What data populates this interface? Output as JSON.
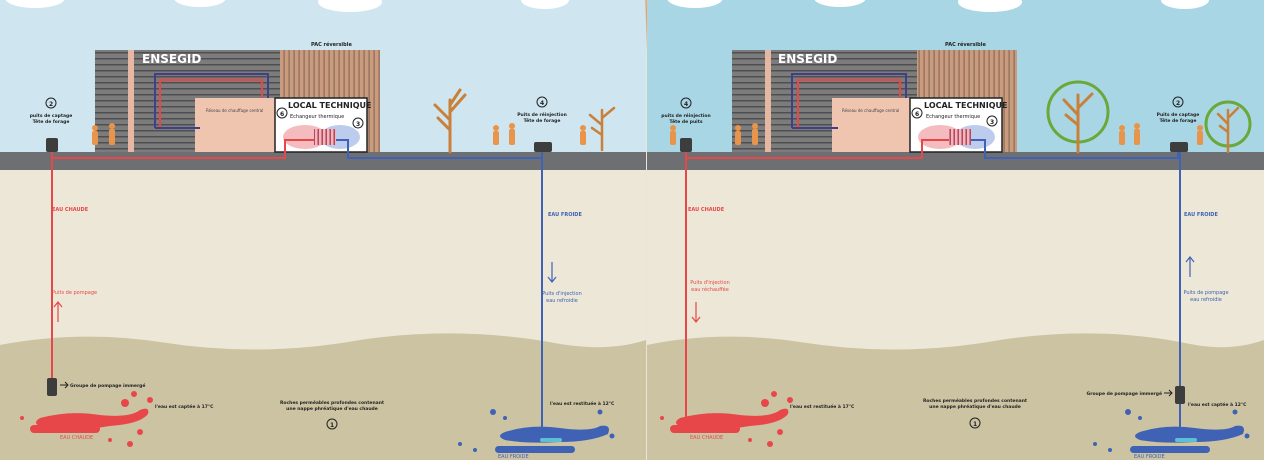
{
  "colors": {
    "sky_left": "#cfe6f0",
    "sky_right": "#a9d6e4",
    "ground": "#6e6f72",
    "soil": "#ece7d6",
    "rock": "#ccc3a3",
    "hot": "#e8474a",
    "cold": "#3f62b5",
    "divider": "#f0a060",
    "wood": "#cfa285",
    "tree_bare": "#c9803a",
    "tree_green": "#6aa83a",
    "people": "#e8944a"
  },
  "left": {
    "building_name": "ENSEGID",
    "pac_label": "PAC réversible",
    "local_technique": "LOCAL TECHNIQUE",
    "echangeur_num": "6",
    "echangeur_label": "Echangeur thermique",
    "circuit_num": "3",
    "reseau_label": "Réseau de chauffage central",
    "well_left_num": "2",
    "well_left_label1": "puits de captage",
    "well_left_label2": "Tête de forage",
    "well_right_num": "4",
    "well_right_label1": "Puits de réinjection",
    "well_right_label2": "Tête de forage",
    "hot_label": "EAU CHAUDE",
    "cold_label": "EAU FROIDE",
    "pump_well_label": "Puits de pompage",
    "inj_label1": "Puits d'injection",
    "inj_label2": "eau refroidie",
    "groupe_label": "Groupe de pompage immergé",
    "captee_label": "l'eau est captée à 17°C",
    "restituee_label": "l'eau est restituée à 12°C",
    "roches_label1": "Roches perméables profondes contenant",
    "roches_label2": "une nappe phréatique d'eau chaude",
    "roches_num": "1",
    "pool_hot": "EAU CHAUDE",
    "pool_cold": "EAU FROIDE"
  },
  "right": {
    "building_name": "ENSEGID",
    "pac_label": "PAC réversible",
    "local_technique": "LOCAL TECHNIQUE",
    "echangeur_num": "6",
    "echangeur_label": "Echangeur thermique",
    "circuit_num": "3",
    "reseau_label": "Réseau de chauffage central",
    "well_left_num": "4",
    "well_left_label1": "puits de réinjection",
    "well_left_label2": "Tête de puits",
    "well_right_num": "2",
    "well_right_label1": "Puits de captage",
    "well_right_label2": "Tête de forage",
    "hot_label": "EAU CHAUDE",
    "cold_label": "EAU FROIDE",
    "inj_label1": "Puits d'injection",
    "inj_label2": "eau réchauffée",
    "pump_label1": "Puits de pompage",
    "pump_label2": "eau refroidie",
    "groupe_label": "Groupe de pompage immergé",
    "restituee_label": "l'eau est restituée à 17°C",
    "captee_label": "l'eau est captée à 12°C",
    "roches_label1": "Roches perméables profondes contenant",
    "roches_label2": "une nappe phréatique d'eau chaude",
    "roches_num": "1",
    "pool_hot": "EAU CHAUDE",
    "pool_cold": "EAU FROIDE"
  }
}
